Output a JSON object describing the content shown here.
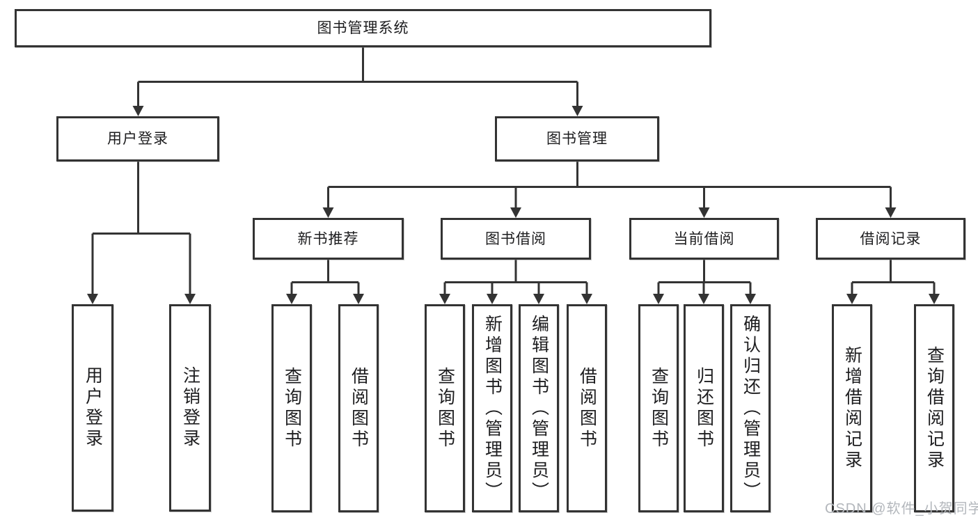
{
  "tree": {
    "root": {
      "label": "图书管理系统",
      "children": [
        {
          "label": "用户登录",
          "children": [
            {
              "label": "用户登录"
            },
            {
              "label": "注销登录"
            }
          ]
        },
        {
          "label": "图书管理",
          "children": [
            {
              "label": "新书推荐",
              "children": [
                {
                  "label": "查询图书"
                },
                {
                  "label": "借阅图书"
                }
              ]
            },
            {
              "label": "图书借阅",
              "children": [
                {
                  "label": "查询图书"
                },
                {
                  "label": "新增图书（管理员）"
                },
                {
                  "label": "编辑图书（管理员）"
                },
                {
                  "label": "借阅图书"
                }
              ]
            },
            {
              "label": "当前借阅",
              "children": [
                {
                  "label": "查询图书"
                },
                {
                  "label": "归还图书"
                },
                {
                  "label": "确认归还（管理员）"
                }
              ]
            },
            {
              "label": "借阅记录",
              "children": [
                {
                  "label": "新增借阅记录"
                },
                {
                  "label": "查询借阅记录"
                }
              ]
            }
          ]
        }
      ]
    }
  },
  "watermark": {
    "text": "CSDN @软件_小贺同学",
    "color": "#b3b7bc"
  },
  "colors": {
    "line": "#333333",
    "border": "#333333",
    "text": "#1d1d1f",
    "box_background": "#ffffff",
    "page_background": "#ffffff"
  }
}
